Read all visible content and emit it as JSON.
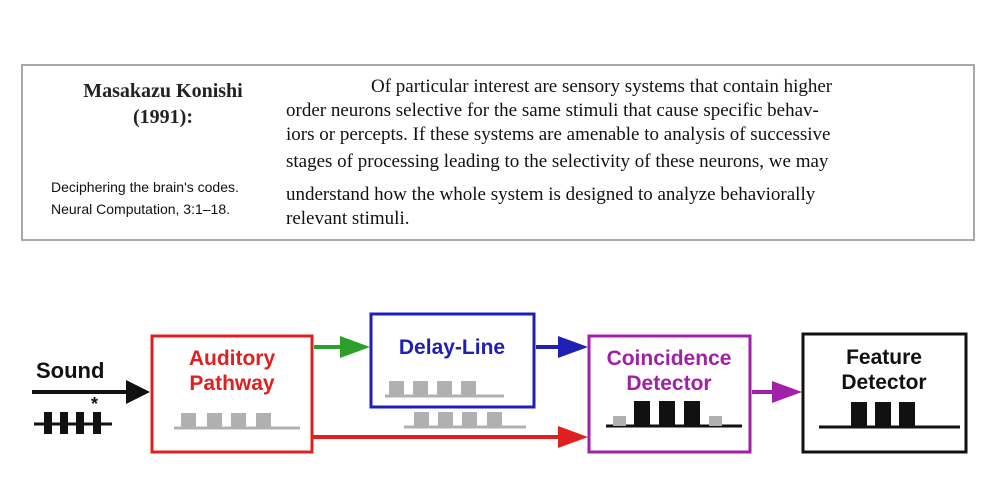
{
  "quote": {
    "author": "Masakazu Konishi",
    "year": "(1991):",
    "citation_line1": "Deciphering the brain's codes.",
    "citation_line2": "Neural Computation, 3:1–18.",
    "lines": [
      "Of particular interest are sensory systems that contain higher",
      "order neurons selective for the same stimuli that cause specific behav-",
      "iors or percepts. If these systems are amenable to analysis of successive",
      "stages of processing leading to the selectivity of these neurons, we may",
      "understand how the whole system is designed to analyze behaviorally",
      "relevant stimuli."
    ]
  },
  "diagram": {
    "input_label": "Sound",
    "input_marker": "*",
    "boxes": {
      "auditory": {
        "line1": "Auditory",
        "line2": "Pathway",
        "color": "#e02020"
      },
      "delay": {
        "line1": "Delay-Line",
        "color": "#1f1fb4"
      },
      "coincidence": {
        "line1": "Coincidence",
        "line2": "Detector",
        "color": "#a020a8"
      },
      "feature": {
        "line1": "Feature",
        "line2": "Detector",
        "color": "#111111"
      }
    },
    "colors": {
      "arrow_green": "#2aa02a",
      "arrow_blue": "#1f1fb4",
      "arrow_red": "#e02020",
      "arrow_purple": "#a020a8",
      "pulse_gray": "#b0b0b0",
      "pulse_black": "#111111"
    }
  }
}
